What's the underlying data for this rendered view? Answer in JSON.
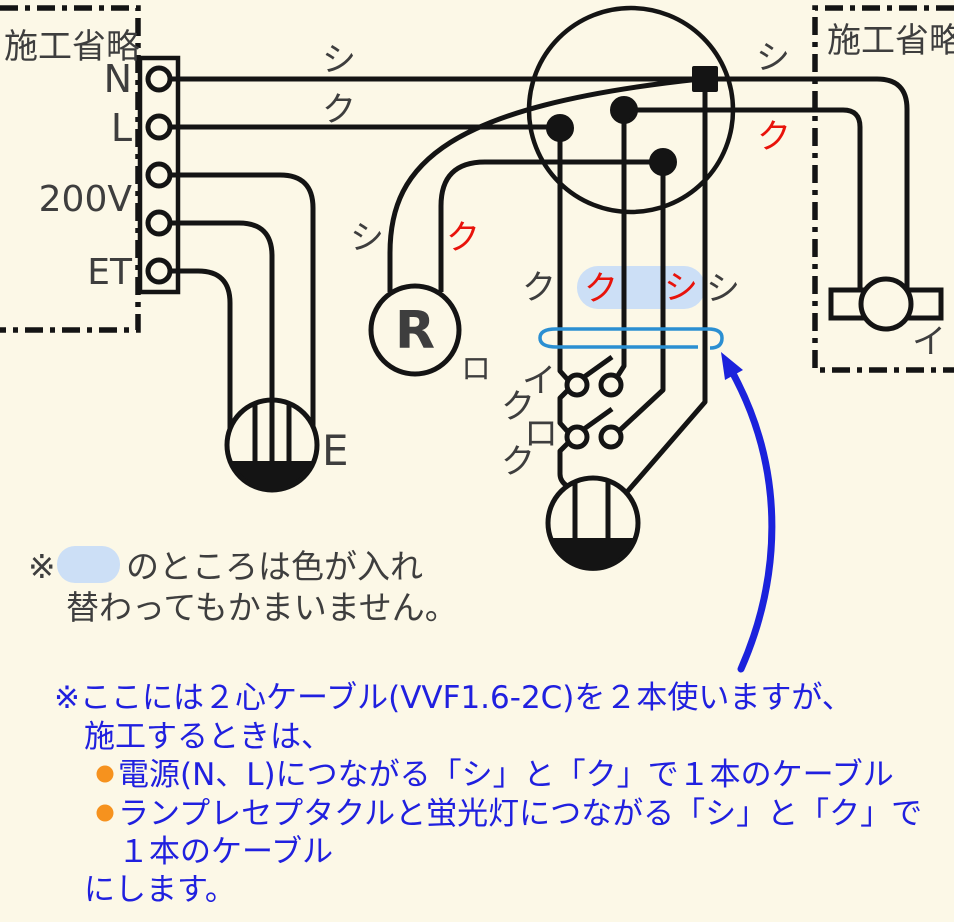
{
  "colors": {
    "background": "#FCF8E7",
    "line": "#141414",
    "text_gray": "#3E3E3E",
    "text_red": "#E8130B",
    "text_blue": "#2020DF",
    "bullet_orange": "#F6921E",
    "highlight_pill": "#CCDFF6",
    "bracket_blue": "#2B8FD2",
    "arrow_blue": "#1B22DC"
  },
  "left_box": {
    "label": "施工省略"
  },
  "right_box": {
    "label": "施工省略"
  },
  "terminal_block": {
    "n": "N",
    "l": "L",
    "v200": "200V",
    "et": "ET"
  },
  "wire_labels": {
    "source_white": "シ",
    "source_black": "ク",
    "receptacle_white": "シ",
    "receptacle_black": "ク",
    "switch_feed_black": "ク",
    "highlight_black": "ク",
    "highlight_white": "シ",
    "outlet_white": "シ",
    "lamp_white": "シ",
    "lamp_black": "ク",
    "switch1_feed": "ク",
    "switch2_feed": "ク"
  },
  "devices": {
    "receptacle_label": "R",
    "receptacle_switch_mark": "ロ",
    "switch1_label": "イ",
    "switch2_label": "ロ",
    "lamp_label": "イ",
    "earth_outlet_label": "E"
  },
  "note_color_swap": {
    "marker": "※",
    "text_line1": "のところは色が入れ",
    "text_line2": "替わってもかまいません。"
  },
  "note_cable": {
    "line1": "※ここには２心ケーブル(VVF1.6-2C)を２本使いますが、",
    "line2": "施工するときは、",
    "bullet1": "電源(N、L)につながる「シ」と「ク」で１本のケーブル",
    "bullet2_line1": "ランプレセプタクルと蛍光灯につながる「シ」と「ク」で",
    "bullet2_line2": "１本のケーブル",
    "closing": "にします。"
  }
}
